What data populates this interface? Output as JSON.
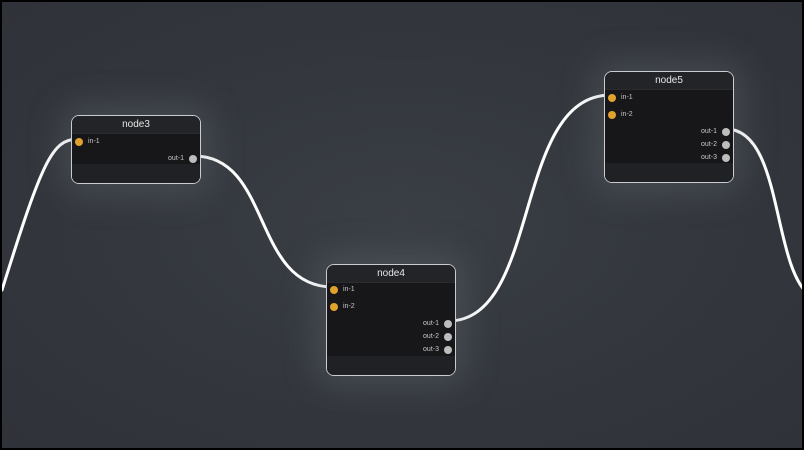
{
  "canvas": {
    "background": "#34383e",
    "wire_color": "#ffffff",
    "input_port_color": "#e0a22c",
    "output_port_color": "#bdbdbd"
  },
  "nodes": {
    "node3": {
      "title": "node3",
      "inputs": [
        "in-1"
      ],
      "outputs": [
        "out-1"
      ]
    },
    "node4": {
      "title": "node4",
      "inputs": [
        "in-1",
        "in-2"
      ],
      "outputs": [
        "out-1",
        "out-2",
        "out-3"
      ]
    },
    "node5": {
      "title": "node5",
      "inputs": [
        "in-1",
        "in-2"
      ],
      "outputs": [
        "out-1",
        "out-2",
        "out-3"
      ]
    }
  },
  "connections": [
    {
      "from": "offscreen-left",
      "to": "node3.in-1"
    },
    {
      "from": "node3.out-1",
      "to": "node4.in-1"
    },
    {
      "from": "node4.out-1",
      "to": "node5.in-1"
    },
    {
      "from": "node5.out-1",
      "to": "offscreen-right"
    }
  ]
}
